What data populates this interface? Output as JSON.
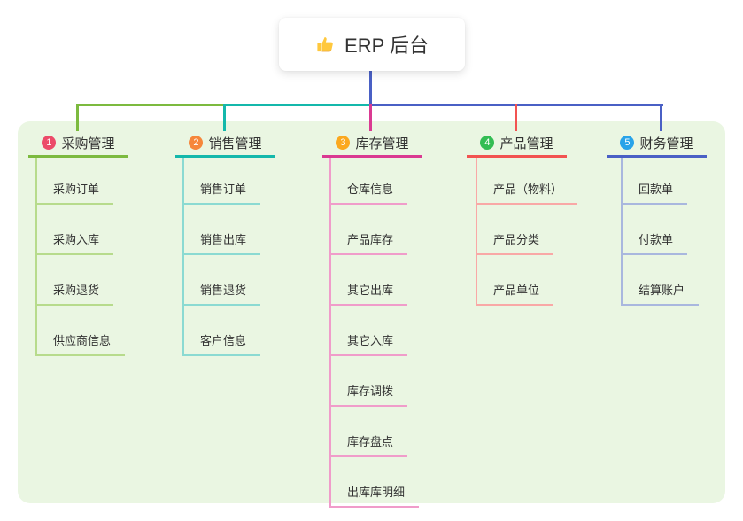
{
  "root": {
    "label": "ERP 后台",
    "icon": "thumbs-up-icon",
    "icon_color": "#FFC83D"
  },
  "canvas": {
    "background": "#ffffff",
    "panel_background": "#EAF6E2",
    "stem_color": "#4A60C5"
  },
  "branches": [
    {
      "number": "1",
      "label": "采购管理",
      "colors": {
        "badge": "#EC4B69",
        "line": "#7CBA3F",
        "light": "#B7DB8C"
      },
      "children": [
        "采购订单",
        "采购入库",
        "采购退货",
        "供应商信息"
      ]
    },
    {
      "number": "2",
      "label": "销售管理",
      "colors": {
        "badge": "#F6873B",
        "line": "#14B8AB",
        "light": "#8BDAD2"
      },
      "children": [
        "销售订单",
        "销售出库",
        "销售退货",
        "客户信息"
      ]
    },
    {
      "number": "3",
      "label": "库存管理",
      "colors": {
        "badge": "#FBA81F",
        "line": "#DA3A92",
        "light": "#F09CCA"
      },
      "children": [
        "仓库信息",
        "产品库存",
        "其它出库",
        "其它入库",
        "库存调拨",
        "库存盘点",
        "出库库明细"
      ]
    },
    {
      "number": "4",
      "label": "产品管理",
      "colors": {
        "badge": "#33BD53",
        "line": "#F25351",
        "light": "#F9A8A6"
      },
      "children": [
        "产品（物料）",
        "产品分类",
        "产品单位"
      ]
    },
    {
      "number": "5",
      "label": "财务管理",
      "colors": {
        "badge": "#28A3E9",
        "line": "#4A60C5",
        "light": "#A9B7DE"
      },
      "children": [
        "回款单",
        "付款单",
        "结算账户"
      ]
    }
  ]
}
